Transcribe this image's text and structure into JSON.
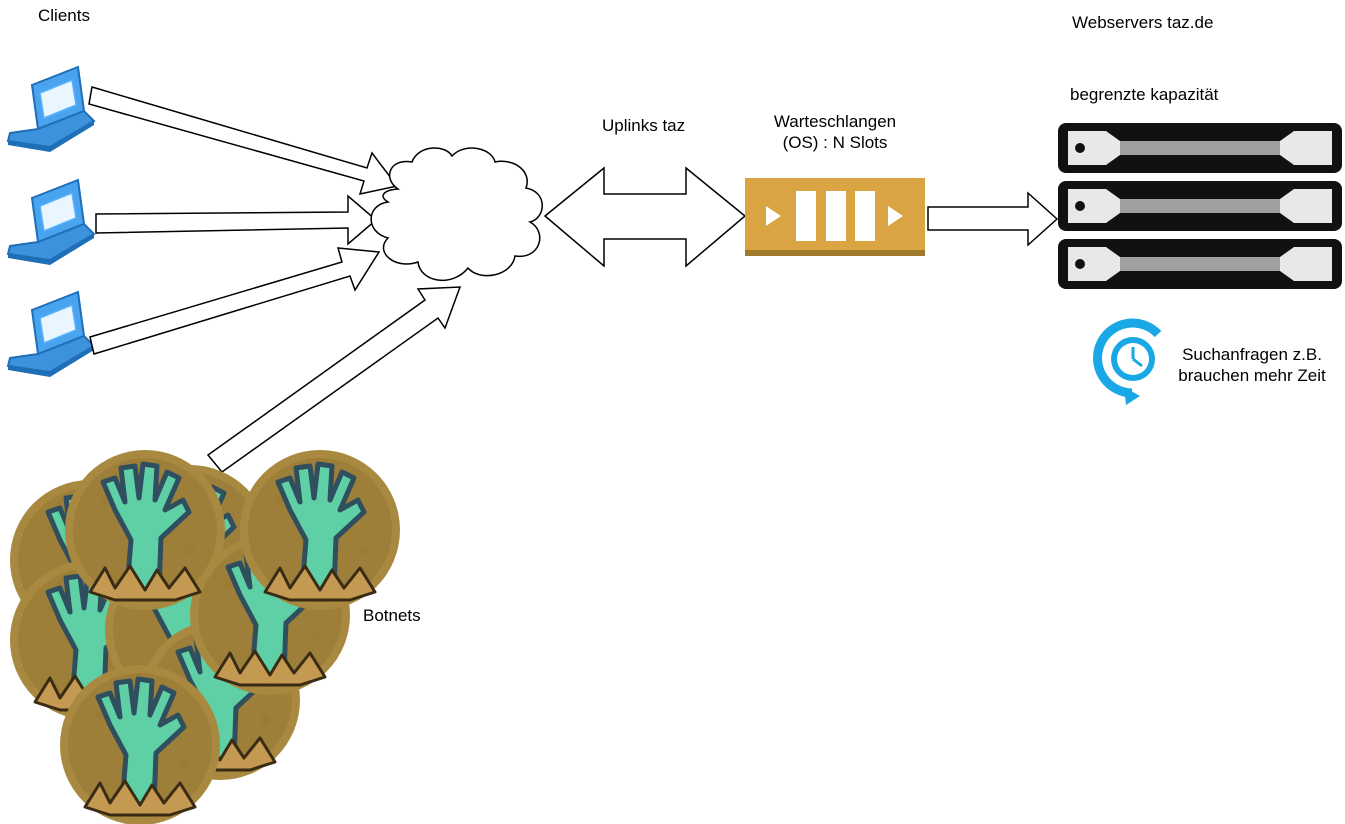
{
  "labels": {
    "clients": "Clients",
    "webservers": "Webservers taz.de",
    "capacity": "begrenzte kapazität",
    "uplinks": "Uplinks taz",
    "queue_line1": "Warteschlangen",
    "queue_line2": "(OS) : N Slots",
    "search_line1": "Suchanfragen  z.B.",
    "search_line2": "brauchen mehr Zeit",
    "botnets": "Botnets"
  },
  "colors": {
    "laptop": "#3a8fd8",
    "queue": "#d9a441",
    "server": "#111111",
    "server_bar": "#a0a0a0",
    "clock": "#1aa7e6",
    "zombie_bg": "#a8893f",
    "zombie_hand": "#5fd0a5"
  },
  "icons": {
    "laptop": "laptop-icon",
    "cloud": "cloud-icon",
    "queue": "queue-icon",
    "server": "server-icon",
    "clock": "clock-icon",
    "zombie": "zombie-hand-icon"
  }
}
